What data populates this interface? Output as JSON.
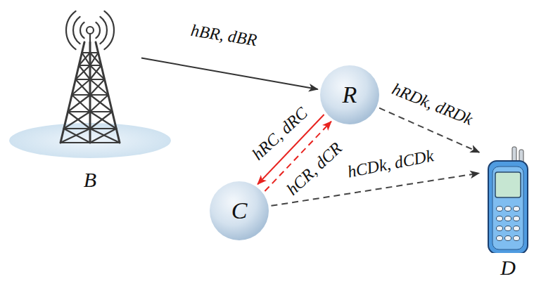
{
  "diagram": {
    "nodes": [
      {
        "text": [
          "B"
        ]
      },
      {
        "text": [
          "R"
        ]
      },
      {
        "text": [
          "C"
        ]
      },
      {
        "text": [
          "D"
        ]
      }
    ],
    "edges": [
      {
        "from": 0,
        "to": 1,
        "arrow": "to",
        "label": "hBR, dBR"
      },
      {
        "from": 1,
        "to": 2,
        "arrow": "to",
        "label": "hRC, dRC"
      },
      {
        "from": 2,
        "to": 1,
        "arrow": "to",
        "label": "hCR, dCR"
      },
      {
        "from": 1,
        "to": 3,
        "arrow": "to",
        "label": "hRDk, dRDk"
      },
      {
        "from": 2,
        "to": 3,
        "arrow": "to",
        "label": "hCDk, dCDk"
      }
    ]
  }
}
